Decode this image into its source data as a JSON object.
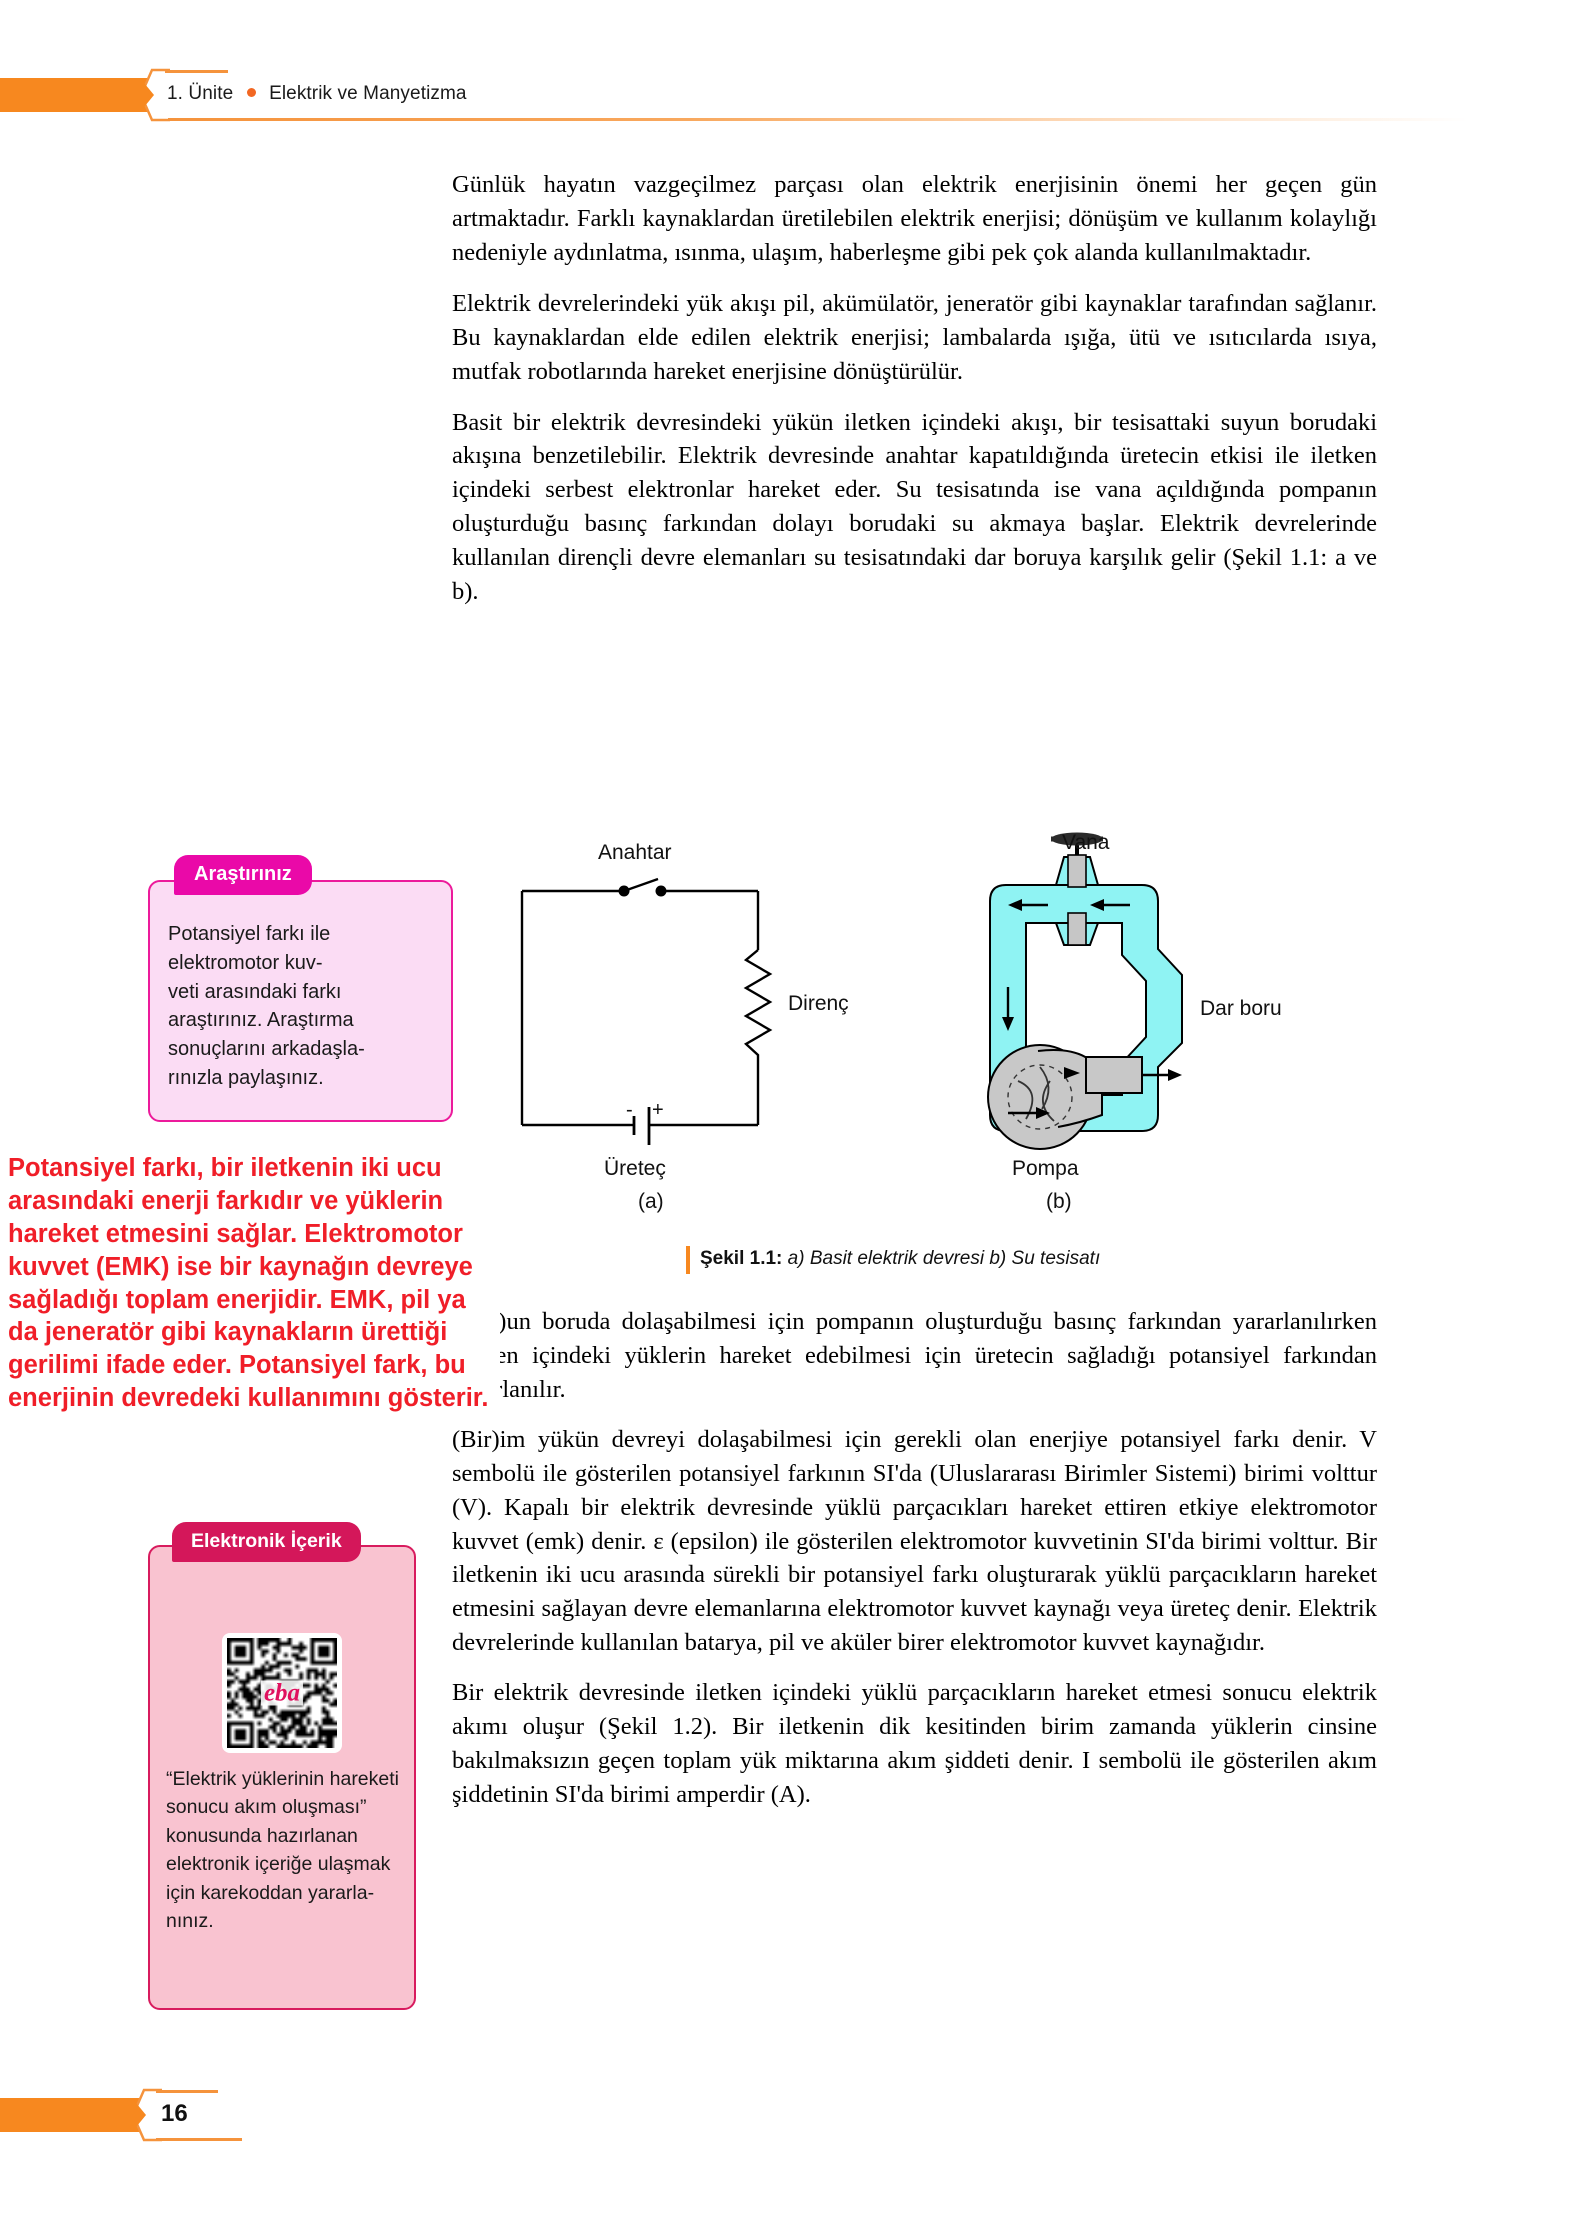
{
  "header": {
    "unit": "1. Ünite",
    "topic": "Elektrik ve Manyetizma",
    "bullet_icon": "orange-dot-icon"
  },
  "body_paragraphs": [
    "Günlük hayatın vazgeçilmez parçası olan elektrik enerjisinin önemi her geçen gün artmaktadır. Farklı kaynaklardan üretilebilen elektrik enerjisi; dönüşüm ve kullanım kolaylığı nedeniyle aydınlatma, ısınma, ulaşım, haberleşme gibi pek çok alanda kullanılmaktadır.",
    "Elektrik devrelerindeki yük akışı pil, akümülatör, jeneratör gibi kaynaklar tarafından sağlanır. Bu kaynaklardan elde edilen elektrik enerjisi; lambalarda ışığa, ütü ve ısıtıcılarda ısıya, mutfak robotlarında hareket enerjisine dönüştürülür.",
    "Basit bir elektrik devresindeki yükün iletken içindeki akışı, bir tesisattaki suyun borudaki akışına benzetilebilir. Elektrik devresinde anahtar kapatıldığında üretecin etkisi ile iletken içindeki serbest elektronlar hareket eder. Su tesisatında ise vana açıldığında pompanın oluşturduğu basınç farkından dolayı borudaki su akmaya başlar. Elektrik devrelerinde kullanılan dirençli devre elemanları su tesisatındaki dar boruya karşılık gelir (Şekil 1.1: a ve b)."
  ],
  "arastir_box": {
    "title": "Araştırınız",
    "text": "Potansiyel farkı ile elektromotor kuv-\nveti arasındaki farkı araştırınız. Araştırma sonuçlarını arkadaşla-\nrınızla paylaşınız.",
    "accent_color": "#EA09A8",
    "fill_color": "#FBDCF4"
  },
  "red_note": {
    "text": "Potansiyel farkı, bir iletkenin iki ucu arasındaki enerji farkıdır ve yüklerin hareket etmesini sağlar. Elektromotor kuvvet (EMK) ise bir kaynağın devreye sağladığı toplam enerjidir. EMK, pil ya da jeneratör gibi kaynakların ürettiği gerilimi ifade eder. Potansiyel fark, bu enerjinin devredeki kullanımını gösterir.",
    "color": "#F01E28"
  },
  "eicerik_box": {
    "title": "Elektronik İçerik",
    "qr_label": "eba",
    "qr_icon": "qr-code-icon",
    "text": "“Elektrik yüklerinin hareketi sonucu akım oluşması” konusunda hazırlanan elektronik içeriğe ulaşmak için karekoddan yararla-\nnınız.",
    "accent_color": "#D4175A",
    "fill_color": "#F9C3D0"
  },
  "figure": {
    "circuit": {
      "switch_label": "Anahtar",
      "resistor_label": "Direnç",
      "source_label": "Üreteç",
      "minus_sign": "-",
      "plus_sign": "+",
      "sub_label": "(a)"
    },
    "plumbing": {
      "valve_label": "Vana",
      "pipe_label": "Dar boru",
      "pump_label": "Pompa",
      "sub_label": "(b)",
      "water_color": "#8FF3F3",
      "pump_color": "#C8C8C8"
    },
    "caption_prefix": "Şekil 1.1:",
    "caption_text": " a) Basit elektrik devresi b) Su tesisatı"
  },
  "lower_paragraphs": [
    "(Suy)un boruda dolaşabilmesi için pompanın oluşturduğu basınç farkından yararlanılırken iletken içindeki yüklerin hareket edebilmesi için üretecin sağladığı potansiyel farkından yararlanılır.",
    "(Bir)im yükün devreyi dolaşabilmesi için gerekli olan enerjiye potansiyel farkı denir. V sembolü ile gösterilen potansiyel farkının SI'da (Uluslararası Birimler Sistemi) birimi volttur (V). Kapalı bir elektrik devresinde yüklü parçacıkları hareket ettiren etkiye elektromotor kuvvet (emk) denir. ε (epsilon) ile gösterilen elektromotor kuvvetinin SI'da birimi volttur. Bir iletkenin iki ucu arasında sürekli bir potansiyel farkı oluşturarak yüklü parçacıkların hareket etmesini sağlayan devre elemanlarına elektromotor kuvvet kaynağı veya üreteç denir. Elektrik devrelerinde kullanılan batarya, pil ve aküler birer elektromotor kuvvet kaynağıdır.",
    "Bir elektrik devresinde iletken içindeki yüklü parçacıkların hareket etmesi sonucu elektrik akımı oluşur (Şekil 1.2). Bir iletkenin dik kesitinden birim zamanda yüklerin cinsine bakılmaksızın geçen toplam yük miktarına akım şiddeti denir. I sembolü ile gösterilen akım şiddetinin SI'da birimi amperdir (A)."
  ],
  "footer": {
    "page_number": "16"
  }
}
